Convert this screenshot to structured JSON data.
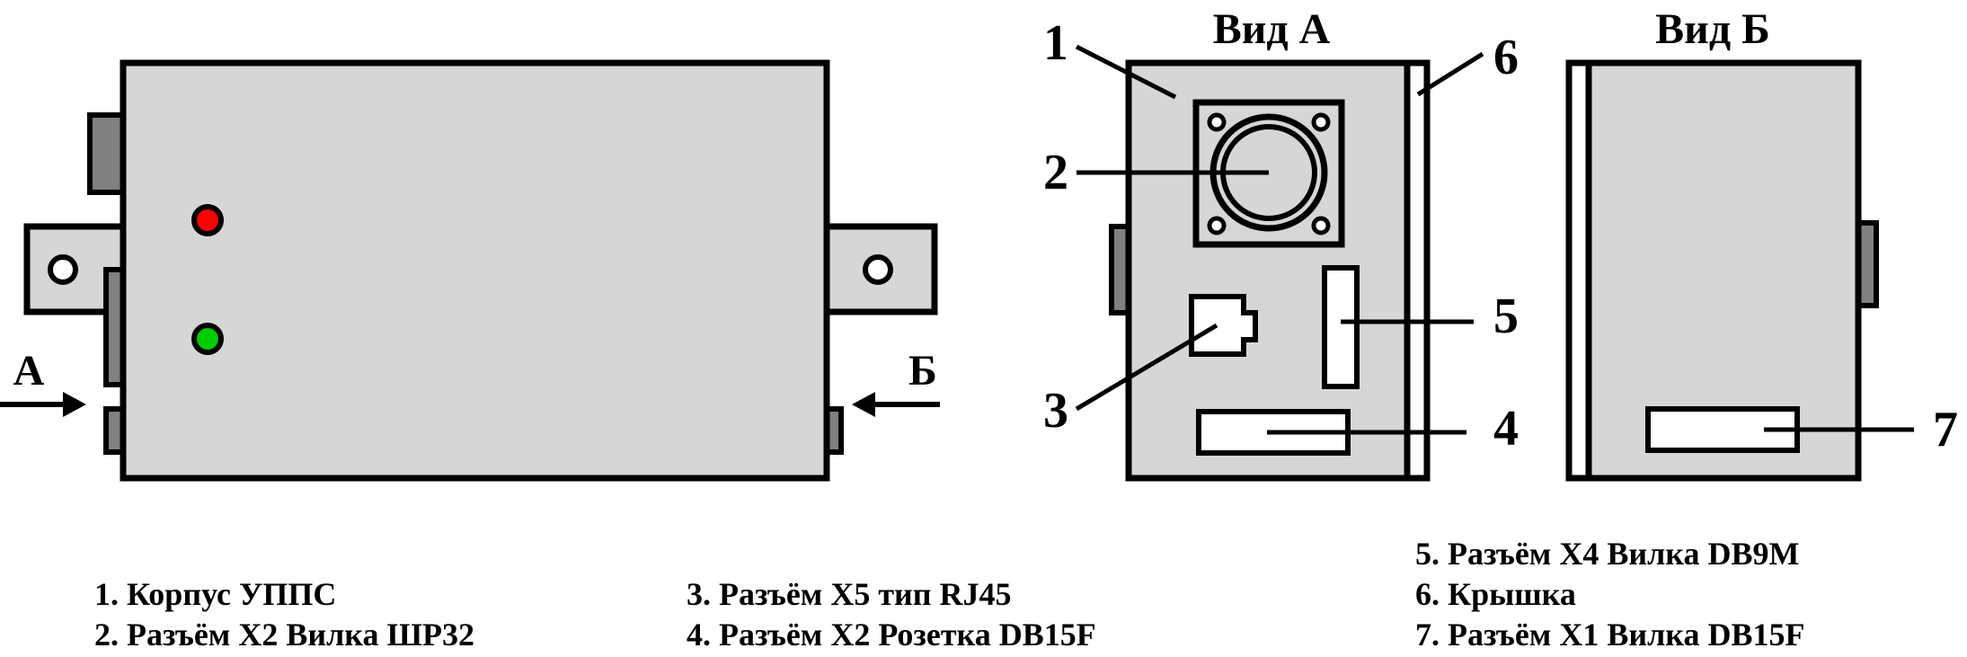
{
  "views": {
    "view_a": "Вид А",
    "view_b": "Вид Б"
  },
  "arrows": {
    "a": "А",
    "b": "Б"
  },
  "callouts": [
    "1",
    "2",
    "3",
    "4",
    "5",
    "6",
    "7"
  ],
  "legend": {
    "items": [
      "1. Корпус УППС",
      "2. Разъём X2 Вилка ШР32",
      "3. Разъём X5 тип RJ45",
      "4. Разъём X2 Розетка DB15F",
      "5. Разъём X4 Вилка DB9M",
      "6. Крышка",
      "7. Разъём X1 Вилка DB15F"
    ]
  },
  "colors": {
    "body_fill": "#d6d6d6",
    "connector_fill": "#808080",
    "outline": "#000000",
    "led_red": "#ff0000",
    "led_green": "#00cc00",
    "white": "#ffffff"
  }
}
